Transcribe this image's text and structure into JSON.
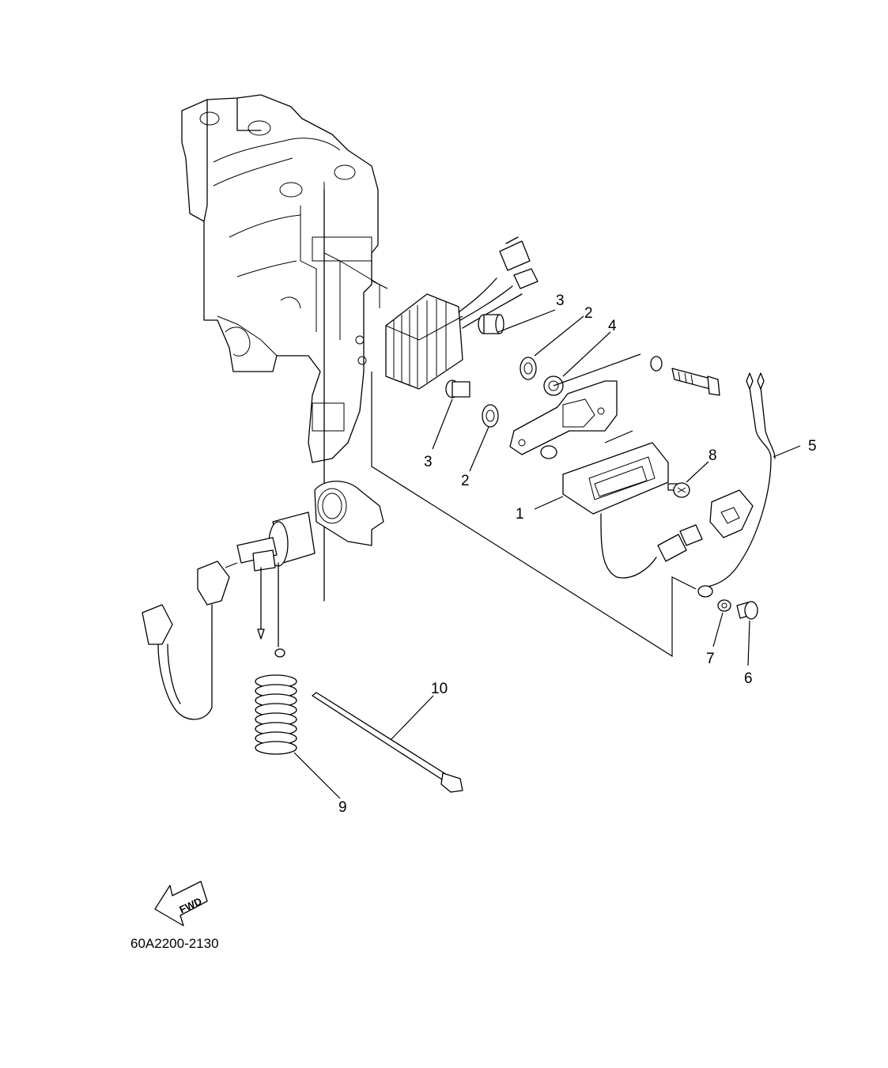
{
  "diagram": {
    "drawing_code": "60A2200-2130",
    "fwd_label": "FWD",
    "callouts": {
      "c1": "1",
      "c2a": "2",
      "c2b": "2",
      "c3a": "3",
      "c3b": "3",
      "c4": "4",
      "c5": "5",
      "c6": "6",
      "c7": "7",
      "c8": "8",
      "c9": "9",
      "c10": "10"
    }
  }
}
